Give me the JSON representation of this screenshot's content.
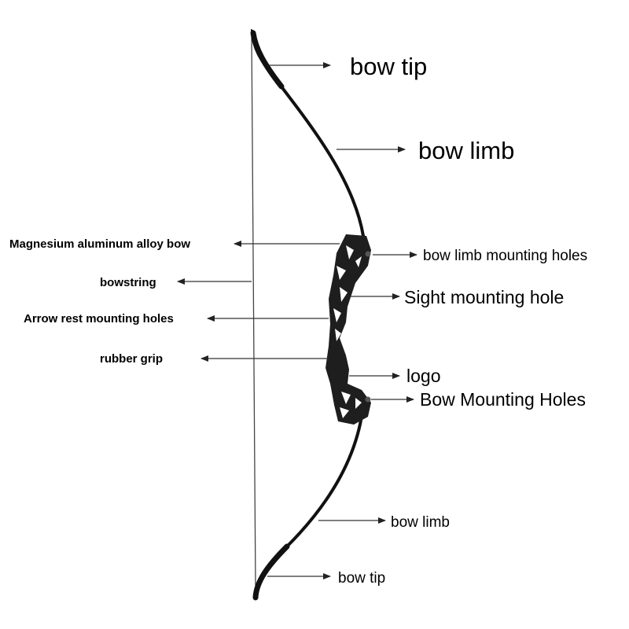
{
  "labels": {
    "bow_tip_top": "bow tip",
    "bow_limb_top": "bow limb",
    "magnesium_riser": "Magnesium aluminum alloy bow",
    "bow_limb_mounting_holes": "bow limb mounting holes",
    "bowstring": "bowstring",
    "sight_mounting_hole": "Sight mounting hole",
    "arrow_rest_mounting_holes": "Arrow rest mounting holes",
    "rubber_grip": "rubber grip",
    "logo": "logo",
    "bow_mounting_holes": "Bow Mounting Holes",
    "bow_limb_bottom": "bow limb",
    "bow_tip_bottom": "bow tip"
  },
  "colors": {
    "bow": "#111111",
    "riser": "#1e1e1e",
    "background": "#ffffff"
  },
  "icons": {
    "bow": "recurve-bow-illustration",
    "arrow": "arrow-icon"
  }
}
